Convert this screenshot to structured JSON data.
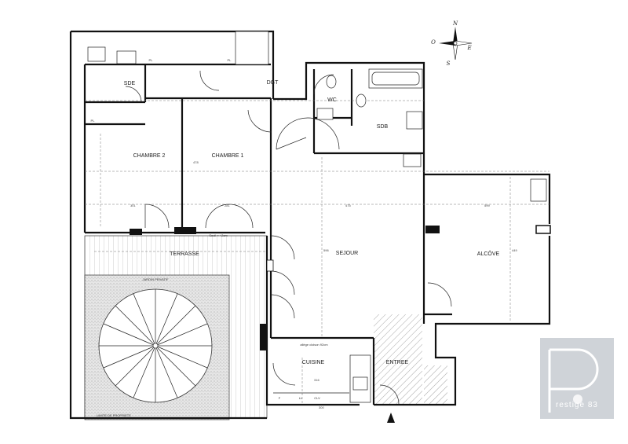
{
  "rooms": {
    "sde": "SDE",
    "dgt": "DGT",
    "wc": "WC",
    "sdb": "SDB",
    "chambre2": "CHAMBRE 2",
    "chambre1": "CHAMBRE 1",
    "terrasse": "TERRASSE",
    "sejour": "SEJOUR",
    "alcove": "ALCÔVE",
    "cuisine": "CUISINE",
    "entree": "ENTREE"
  },
  "annotations": {
    "pl_1": "PL",
    "pl_2": "PL",
    "pl_3": "PL",
    "jardin": "JARDIN PRIVATIF",
    "limite": "LIMITE DE PROPRIETE",
    "seuil": "Seuil = +2cm",
    "allege": "allège cloison 92cm",
    "f": "F",
    "ll": "LL",
    "clv": "CLV"
  },
  "dimensions": {
    "d301": "301",
    "d281": "281",
    "d475": "475",
    "d599": "599",
    "d300": "300",
    "d478": "478",
    "d449": "449",
    "d596": "596",
    "d316": "316"
  },
  "compass": {
    "n": "N",
    "e": "E",
    "s": "S",
    "o": "O"
  },
  "logo": {
    "text": "restige 83"
  }
}
